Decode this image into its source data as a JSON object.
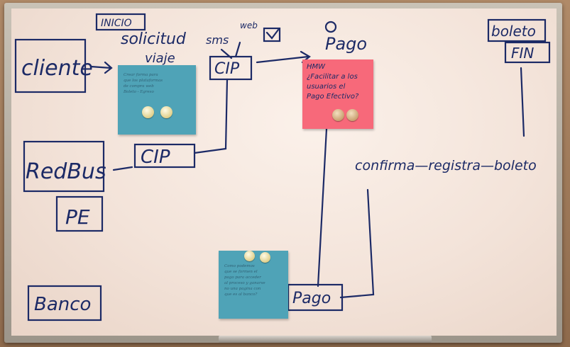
{
  "board": {
    "cliente": "cliente",
    "inicio": "INICIO",
    "solicitud": "solicitud",
    "viaje": "viaje",
    "sms": "sms",
    "web": "web",
    "cip_top": "CIP",
    "pago_top": "Pago",
    "boleto_box": "boleto",
    "fin": "FIN",
    "redbus": "RedBus",
    "pe": "PE",
    "cip_mid": "CIP",
    "flow": "confirma—registra—boleto",
    "banco": "Banco",
    "pago_bottom": "Pago"
  },
  "notes": {
    "blue_top": "Crear forma para\nque los plataformas\nde compra web\nBoleto - Egreso",
    "pink": "HMW\n¿Facilitar a los\nusuarios el\nPago Efectivo?",
    "blue_bottom": "Como podemos\nque se formen el\npago para acceder\nal proceso y ganarse\nno una pagina con\nque es al banco?"
  },
  "colors": {
    "ink": "#1c2a66",
    "note_blue": "#4fa3b7",
    "note_pink": "#f7697a"
  }
}
